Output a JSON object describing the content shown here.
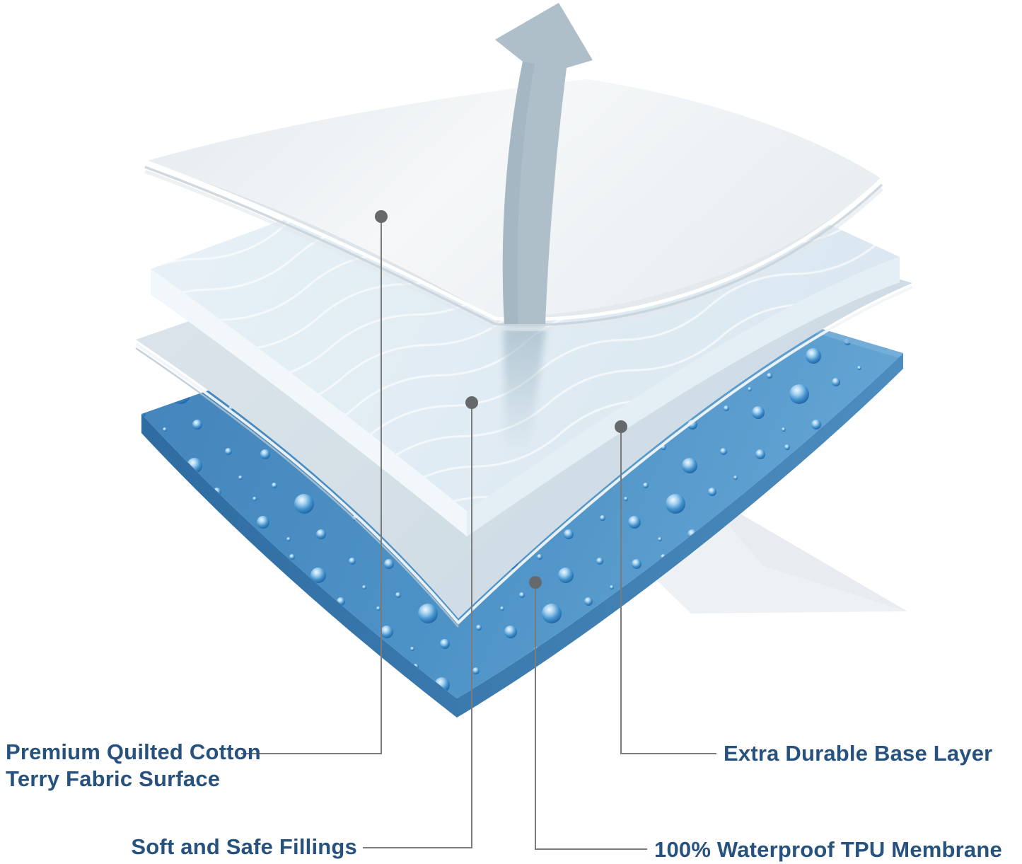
{
  "diagram": {
    "callouts": [
      {
        "id": "terry",
        "lines": [
          "Premium Quilted Cotton",
          "Terry Fabric Surface"
        ]
      },
      {
        "id": "fillings",
        "lines": [
          "Soft and Safe Fillings"
        ]
      },
      {
        "id": "base",
        "lines": [
          "Extra Durable Base Layer"
        ]
      },
      {
        "id": "tpu",
        "lines": [
          "100% Waterproof TPU Membrane"
        ]
      }
    ],
    "colors": {
      "label_text": "#28527e",
      "leader_line": "#7b7b7b",
      "anchor_dot": "#66696c",
      "terry_sheet": "#f0f4f6",
      "fillings_layer": "#e0ebf3",
      "wave_lines": "#ffffff",
      "base_layer_sheet": "#d4dfe7",
      "waterproof_blue": "#4d92c6",
      "waterproof_edge": "#3a78ab",
      "water_droplet": "#1b5f9e",
      "arrow": "#aebfc9",
      "folded_corner": "#eef1f4",
      "background": "#ffffff"
    }
  }
}
